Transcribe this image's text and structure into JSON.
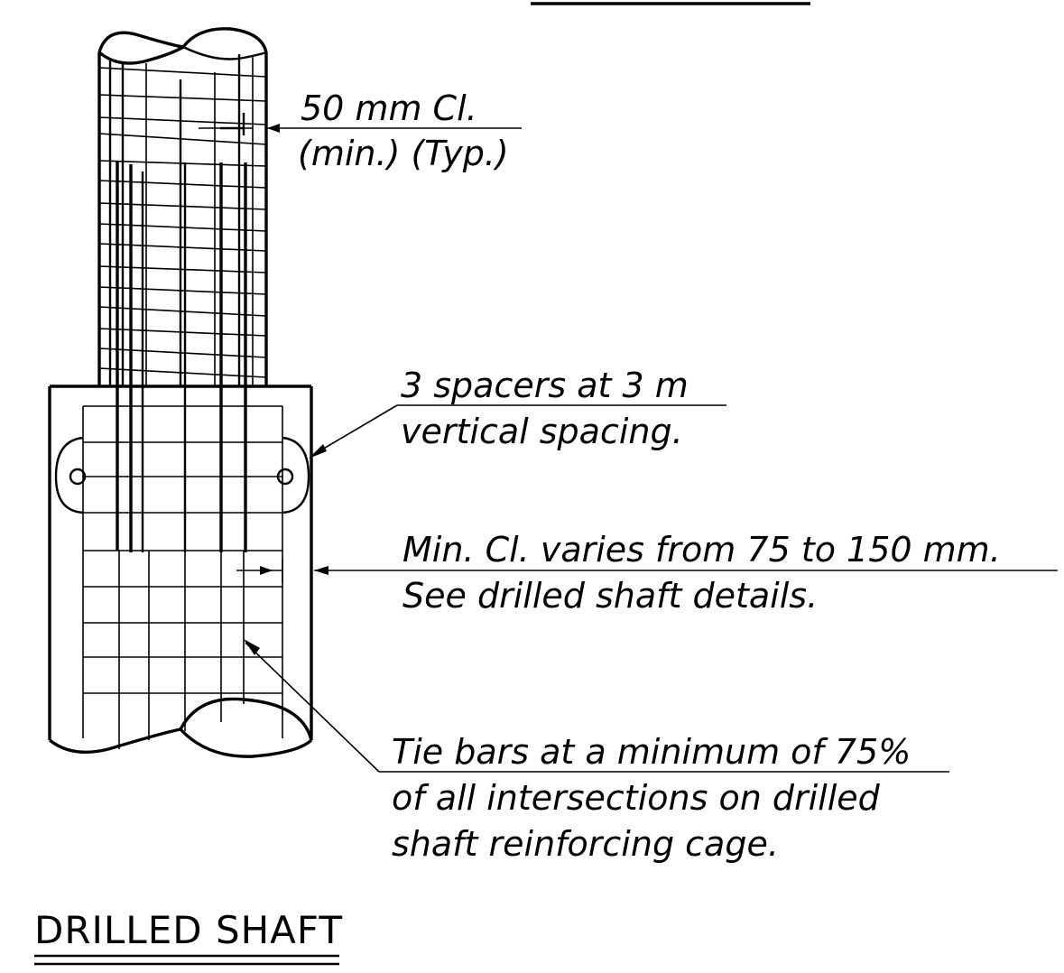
{
  "drawing": {
    "notes": {
      "clear_cover_line1": "50 mm Cl.",
      "clear_cover_line2": "(min.) (Typ.)",
      "spacers_line1": "3 spacers at 3 m",
      "spacers_line2": "vertical spacing.",
      "min_cover_line1": "Min. Cl. varies from 75 to 150 mm.",
      "min_cover_line2": "See drilled shaft details.",
      "tie_bars_line1": "Tie bars at a minimum of 75%",
      "tie_bars_line2": "of all intersections on drilled",
      "tie_bars_line3": "shaft reinforcing cage."
    },
    "title": "DRILLED SHAFT"
  }
}
